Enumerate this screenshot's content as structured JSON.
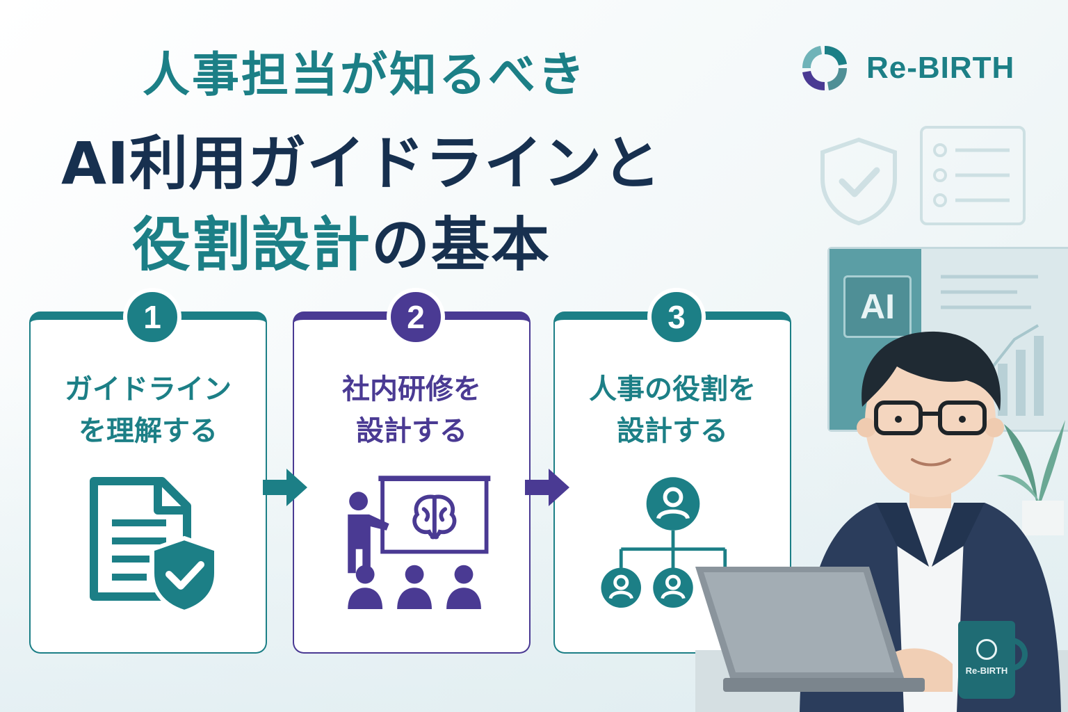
{
  "headline": {
    "line1": "人事担当が知るべき",
    "line2": "AI利用ガイドラインと",
    "line3_accent": "役割設計",
    "line3_rest": "の基本"
  },
  "brand": {
    "name": "Re-BIRTH"
  },
  "monitor": {
    "label": "AI"
  },
  "mug": {
    "label": "Re-BIRTH"
  },
  "steps": [
    {
      "number": "1",
      "line1": "ガイドライン",
      "line2": "を理解する",
      "icon": "document-shield-icon"
    },
    {
      "number": "2",
      "line1": "社内研修を",
      "line2": "設計する",
      "icon": "training-presentation-icon"
    },
    {
      "number": "3",
      "line1": "人事の役割を",
      "line2": "設計する",
      "icon": "org-chart-icon"
    }
  ],
  "colors": {
    "teal": "#1c7f86",
    "purple": "#4a3a93",
    "navy": "#17304f"
  }
}
